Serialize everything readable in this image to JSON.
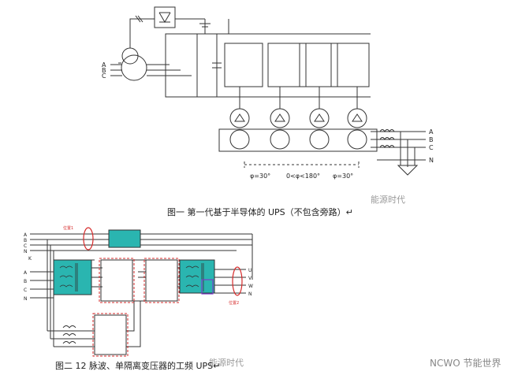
{
  "figure1": {
    "caption": "图一 第一代基于半导体的 UPS（不包含旁路）↵",
    "source_inputs": [
      "A",
      "B",
      "C"
    ],
    "outputs": [
      "A",
      "B",
      "C",
      "N"
    ],
    "phase_labels": [
      "φ=30°",
      "0<φ<180°",
      "φ=30°"
    ],
    "watermark": "能源时代"
  },
  "figure2": {
    "caption": "图二 12 脉波、单隔离变压器的工频 UPS↵",
    "inputs": [
      "A",
      "B",
      "C",
      "N"
    ],
    "inputs_lower": [
      "A",
      "B",
      "C",
      "N"
    ],
    "switch_label": "K",
    "outputs": [
      "U",
      "V",
      "W",
      "N"
    ],
    "tag_left": "位置1",
    "tag_right": "位置2",
    "watermark": "能源时代"
  },
  "corner_logo": "NCWO 节能世界",
  "colors": {
    "teal": "#2ab5b0",
    "red": "#d62b2b",
    "purple": "#7a3cc8",
    "line": "#333333"
  }
}
